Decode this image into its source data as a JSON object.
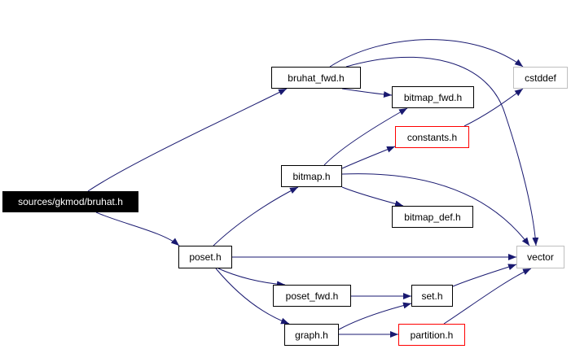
{
  "graph": {
    "edge_color": "#191970",
    "nodes": [
      {
        "id": "bruhat",
        "label": "sources/gkmod/bruhat.h",
        "style": "root"
      },
      {
        "id": "bruhat_fwd",
        "label": "bruhat_fwd.h",
        "style": "normal"
      },
      {
        "id": "cstddef",
        "label": "cstddef",
        "style": "grey"
      },
      {
        "id": "bitmap_fwd",
        "label": "bitmap_fwd.h",
        "style": "normal"
      },
      {
        "id": "constants",
        "label": "constants.h",
        "style": "red"
      },
      {
        "id": "bitmap",
        "label": "bitmap.h",
        "style": "normal"
      },
      {
        "id": "bitmap_def",
        "label": "bitmap_def.h",
        "style": "normal"
      },
      {
        "id": "poset",
        "label": "poset.h",
        "style": "normal"
      },
      {
        "id": "vector",
        "label": "vector",
        "style": "grey"
      },
      {
        "id": "poset_fwd",
        "label": "poset_fwd.h",
        "style": "normal"
      },
      {
        "id": "set",
        "label": "set.h",
        "style": "normal"
      },
      {
        "id": "graph",
        "label": "graph.h",
        "style": "normal"
      },
      {
        "id": "partition",
        "label": "partition.h",
        "style": "red"
      }
    ],
    "edges": [
      {
        "from": "bruhat",
        "to": "bruhat_fwd"
      },
      {
        "from": "bruhat",
        "to": "poset"
      },
      {
        "from": "bruhat_fwd",
        "to": "cstddef"
      },
      {
        "from": "bruhat_fwd",
        "to": "bitmap_fwd"
      },
      {
        "from": "bruhat_fwd",
        "to": "vector"
      },
      {
        "from": "constants",
        "to": "cstddef"
      },
      {
        "from": "bitmap",
        "to": "bitmap_fwd"
      },
      {
        "from": "bitmap",
        "to": "constants"
      },
      {
        "from": "bitmap",
        "to": "bitmap_def"
      },
      {
        "from": "bitmap",
        "to": "vector"
      },
      {
        "from": "poset",
        "to": "bitmap"
      },
      {
        "from": "poset",
        "to": "vector"
      },
      {
        "from": "poset",
        "to": "poset_fwd"
      },
      {
        "from": "poset",
        "to": "graph"
      },
      {
        "from": "poset_fwd",
        "to": "set"
      },
      {
        "from": "set",
        "to": "vector"
      },
      {
        "from": "graph",
        "to": "set"
      },
      {
        "from": "graph",
        "to": "partition"
      },
      {
        "from": "partition",
        "to": "vector"
      }
    ]
  }
}
